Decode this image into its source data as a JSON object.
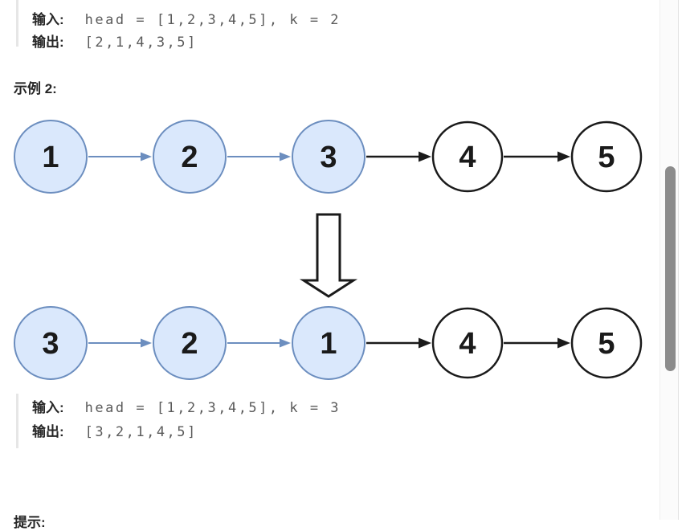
{
  "page": {
    "example1": {
      "input_label": "输入:",
      "input_value": "head = [1,2,3,4,5], k = 2",
      "output_label": "输出:",
      "output_value": "[2,1,4,3,5]"
    },
    "example2_heading": "示例 2:",
    "example2": {
      "input_label": "输入:",
      "input_value": "head = [1,2,3,4,5], k = 3",
      "output_label": "输出:",
      "output_value": "[3,2,1,4,5]"
    },
    "hint_heading": "提示:"
  },
  "diagram": {
    "type": "linked-list-transformation",
    "rows": [
      {
        "name": "before",
        "nodes": [
          {
            "value": "1",
            "highlight": true
          },
          {
            "value": "2",
            "highlight": true
          },
          {
            "value": "3",
            "highlight": true
          },
          {
            "value": "4",
            "highlight": false
          },
          {
            "value": "5",
            "highlight": false
          }
        ]
      },
      {
        "name": "after",
        "nodes": [
          {
            "value": "3",
            "highlight": true
          },
          {
            "value": "2",
            "highlight": true
          },
          {
            "value": "1",
            "highlight": true
          },
          {
            "value": "4",
            "highlight": false
          },
          {
            "value": "5",
            "highlight": false
          }
        ]
      }
    ],
    "colors": {
      "highlight_fill": "#dae8fc",
      "highlight_stroke": "#6c8ebf",
      "normal_fill": "#ffffff",
      "normal_stroke": "#1a1a1a",
      "arrow_highlight": "#6c8ebf",
      "arrow_normal": "#1a1a1a",
      "node_text": "#1a1a1a"
    }
  }
}
